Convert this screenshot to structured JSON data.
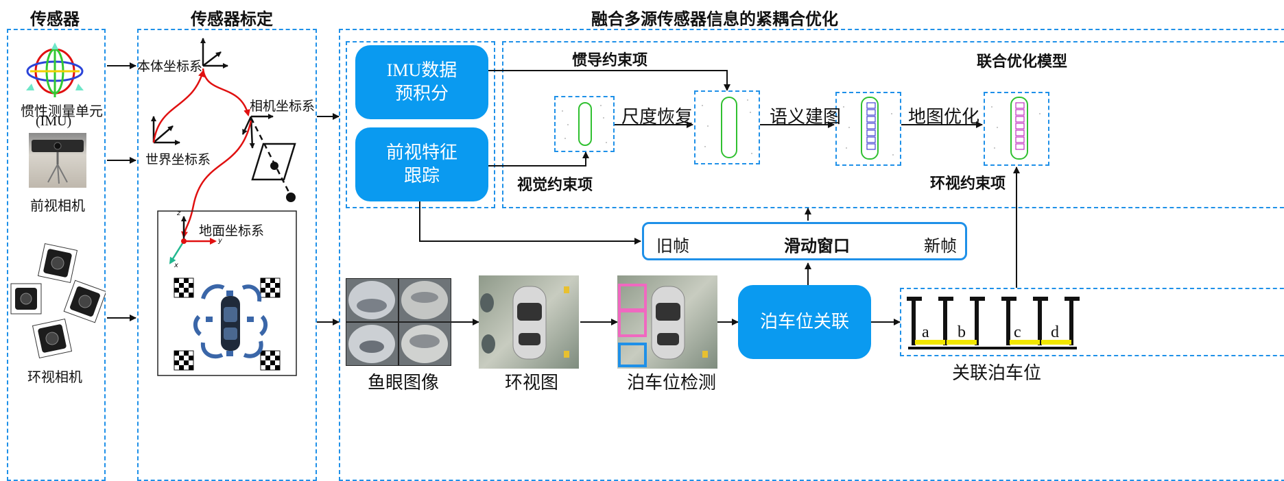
{
  "sections": {
    "sensors": "传感器",
    "calibration": "传感器标定",
    "fusion": "融合多源传感器信息的紧耦合优化"
  },
  "sensors": {
    "imu_label_1": "惯性测量单元",
    "imu_label_2": "(IMU)",
    "front_camera": "前视相机",
    "surround_camera": "环视相机"
  },
  "calibration": {
    "body_frame": "本体坐标系",
    "camera_frame": "相机坐标系",
    "world_frame": "世界坐标系",
    "ground_frame": "地面坐标系",
    "axis_z": "z",
    "axis_y": "y",
    "axis_x": "x"
  },
  "fusion": {
    "imu_box_line1": "IMU数据",
    "imu_box_line2": "预积分",
    "front_box_line1": "前视特征",
    "front_box_line2": "跟踪",
    "inertial_constraint": "惯导约束项",
    "visual_constraint": "视觉约束项",
    "surround_constraint": "环视约束项",
    "joint_model": "联合优化模型",
    "scale_recovery": "尺度恢复",
    "semantic_mapping": "语义建图",
    "map_optimization": "地图优化",
    "old_frame": "旧帧",
    "sliding_window": "滑动窗口",
    "new_frame": "新帧",
    "slot_association": "泊车位关联",
    "fisheye": "鱼眼图像",
    "surround_view": "环视图",
    "slot_detection": "泊车位检测",
    "associated_slots": "关联泊车位",
    "slot_letters": [
      "a",
      "b",
      "c",
      "d"
    ]
  },
  "colors": {
    "accent_blue": "#0a9af0",
    "dash_blue": "#1e90e8",
    "arrow_red": "#e01010",
    "detect_pink": "#f068c0",
    "slot_yellow": "#f2e600"
  }
}
